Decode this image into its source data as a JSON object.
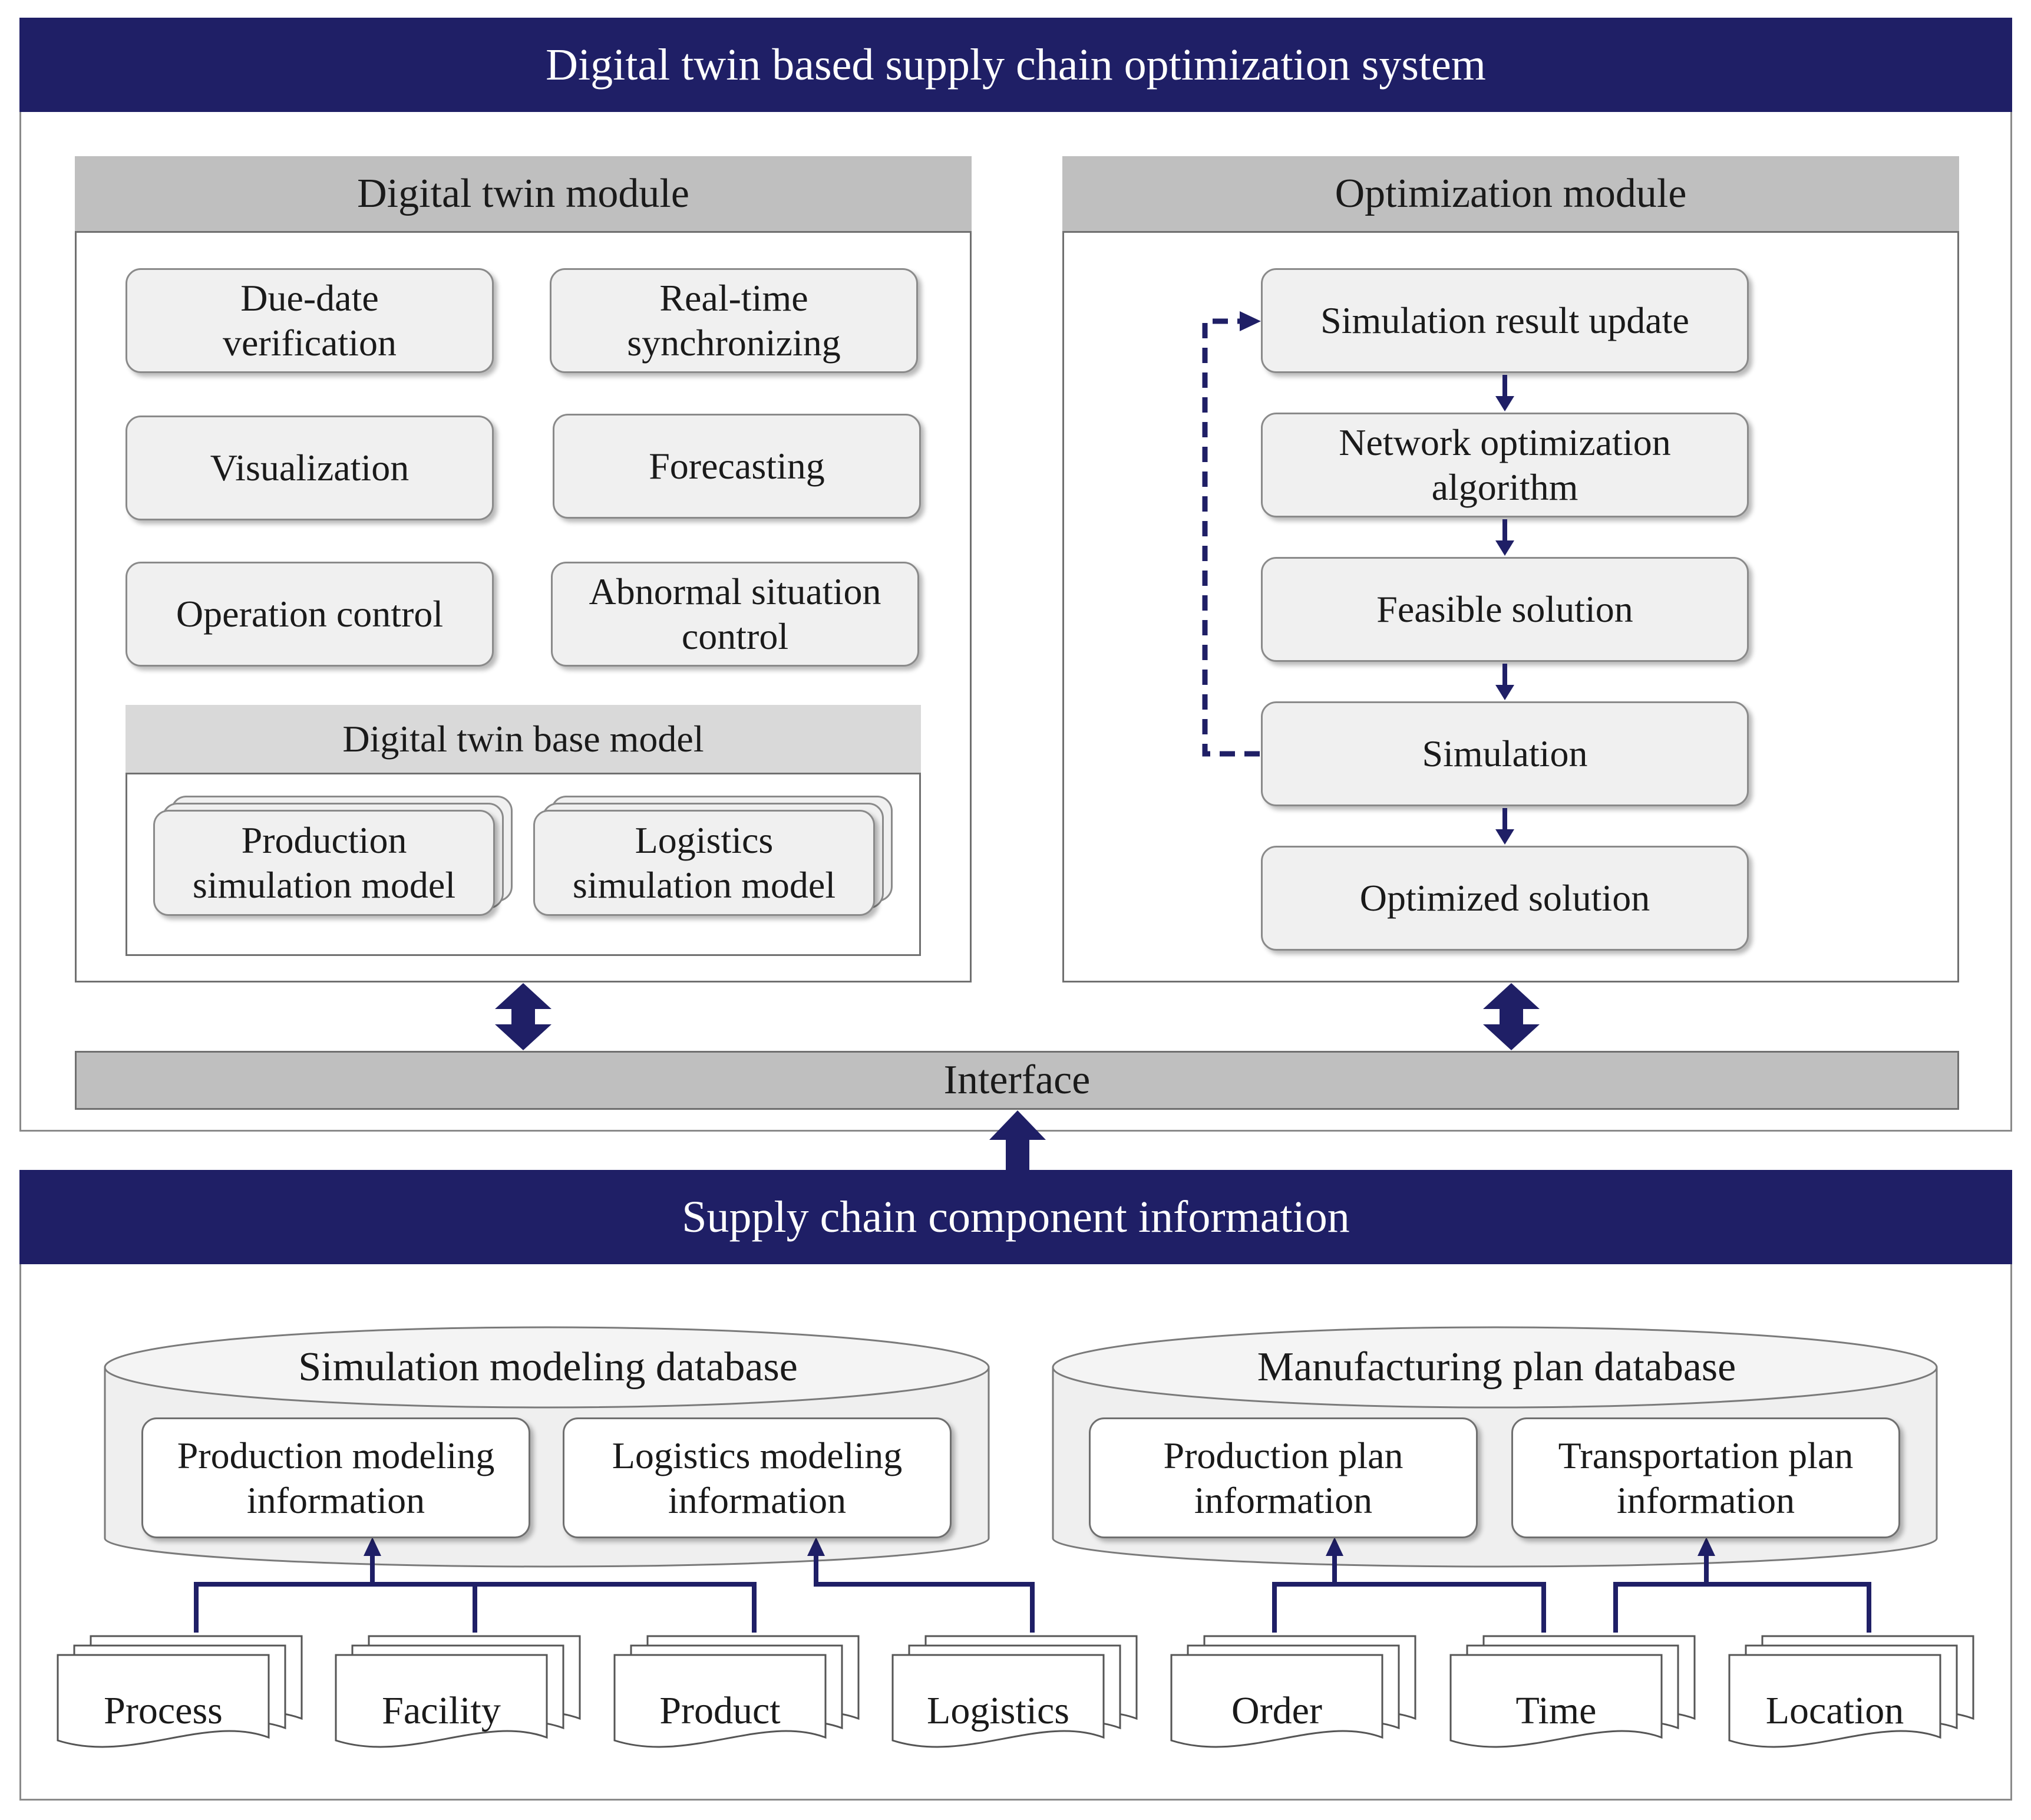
{
  "colors": {
    "navy": "#1f1f66",
    "header_gray": "#bfbfbf",
    "box_fill": "#f0f0f0"
  },
  "system": {
    "title": "Digital twin based supply chain optimization system",
    "digital_twin_module": {
      "title": "Digital twin module",
      "functions": [
        "Due-date\nverification",
        "Real-time\nsynchronizing",
        "Visualization",
        "Forecasting",
        "Operation control",
        "Abnormal situation\ncontrol"
      ],
      "base_model": {
        "title": "Digital twin base model",
        "models": [
          "Production\nsimulation model",
          "Logistics\nsimulation model"
        ]
      }
    },
    "optimization_module": {
      "title": "Optimization module",
      "steps": [
        "Simulation result update",
        "Network optimization\nalgorithm",
        "Feasible solution",
        "Simulation",
        "Optimized solution"
      ]
    },
    "interface": "Interface"
  },
  "supply_chain": {
    "title": "Supply chain component information",
    "databases": [
      {
        "title": "Simulation modeling database",
        "items": [
          "Production modeling\ninformation",
          "Logistics modeling\ninformation"
        ]
      },
      {
        "title": "Manufacturing plan database",
        "items": [
          "Production plan\ninformation",
          "Transportation plan\ninformation"
        ]
      }
    ],
    "documents": [
      "Process",
      "Facility",
      "Product",
      "Logistics",
      "Order",
      "Time",
      "Location"
    ]
  }
}
